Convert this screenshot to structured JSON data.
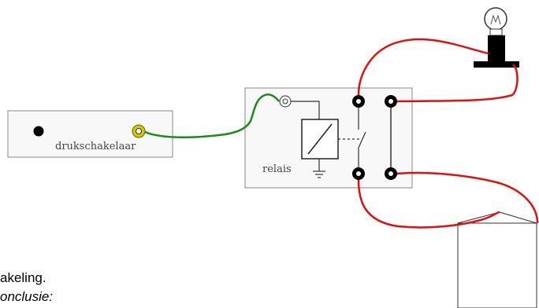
{
  "components": {
    "push_switch_label": "drukschakelaar",
    "relay_label": "relais"
  },
  "text": {
    "caption_line1": "akeling.",
    "caption_line2": "onclusie:"
  },
  "colors": {
    "signal_wire": "#1a8a1a",
    "power_wire": "#e01010",
    "box_border": "#888888",
    "box_fill": "#f8f8f8",
    "terminal": "#000000",
    "jack": "#d6c800"
  },
  "icons": {
    "lamp": "light-bulb-icon",
    "relay_coil": "relay-coil-icon",
    "relay_contact": "relay-switch-contact-icon",
    "ground": "ground-icon",
    "button": "push-button-icon"
  }
}
